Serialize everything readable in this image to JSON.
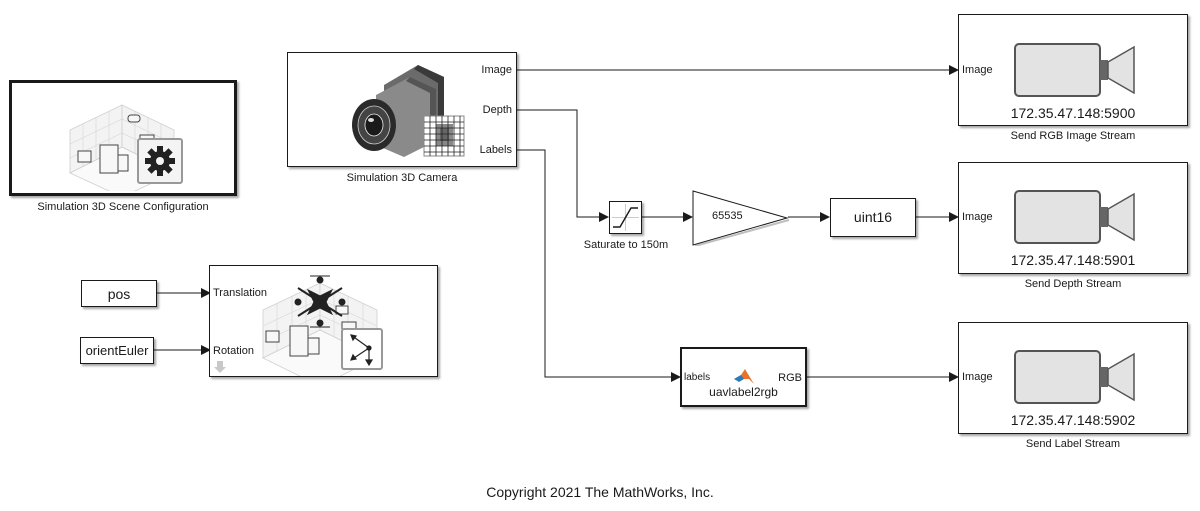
{
  "diagram": {
    "blocks": {
      "scene_config": {
        "caption": "Simulation 3D Scene Configuration"
      },
      "camera": {
        "caption": "Simulation 3D Camera",
        "outputs": [
          "Image",
          "Depth",
          "Labels"
        ]
      },
      "saturation": {
        "caption": "Saturate to 150m"
      },
      "gain": {
        "value": "65535"
      },
      "convert": {
        "label": "uint16"
      },
      "pos_source": {
        "label": "pos"
      },
      "orient_source": {
        "label": "orientEuler"
      },
      "vehicle": {
        "inputs": [
          "Translation",
          "Rotation"
        ]
      },
      "label_fn": {
        "name": "uavlabel2rgb",
        "input": "labels",
        "output": "RGB"
      },
      "stream_rgb": {
        "caption": "Send RGB Image Stream",
        "address": "172.35.47.148:5900",
        "input": "Image"
      },
      "stream_depth": {
        "caption": "Send Depth Stream",
        "address": "172.35.47.148:5901",
        "input": "Image"
      },
      "stream_label": {
        "caption": "Send Label Stream",
        "address": "172.35.47.148:5902",
        "input": "Image"
      }
    },
    "icons": {
      "scene": "3d-scene-gear-icon",
      "camera": "camera-icon",
      "saturation": "saturation-icon",
      "matlab": "matlab-logo-icon",
      "video": "video-camera-icon",
      "uav": "uav-scene-icon"
    },
    "colors": {
      "line": "#1a1a1a",
      "matlab_orange": "#e8742c",
      "matlab_blue": "#2b7bbd"
    }
  },
  "footer": {
    "copyright": "Copyright 2021 The MathWorks, Inc."
  }
}
